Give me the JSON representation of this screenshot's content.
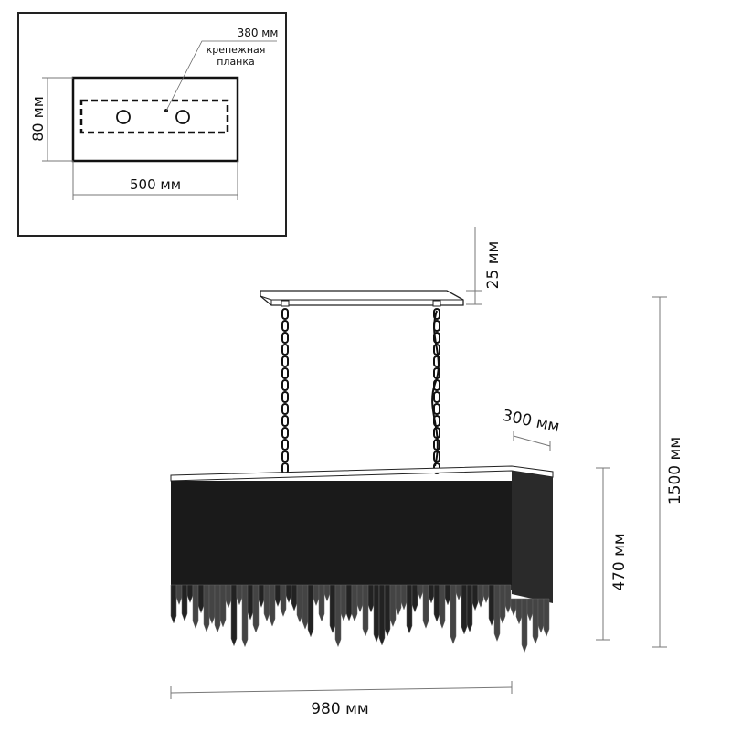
{
  "inset": {
    "mount_length": "380 мм",
    "mount_label_line1": "крепежная",
    "mount_label_line2": "планка",
    "height": "80 мм",
    "width": "500 мм"
  },
  "main": {
    "canopy_height": "25 мм",
    "depth": "300 мм",
    "total_height": "1500 мм",
    "body_height": "470 мм",
    "length": "980 мм"
  }
}
